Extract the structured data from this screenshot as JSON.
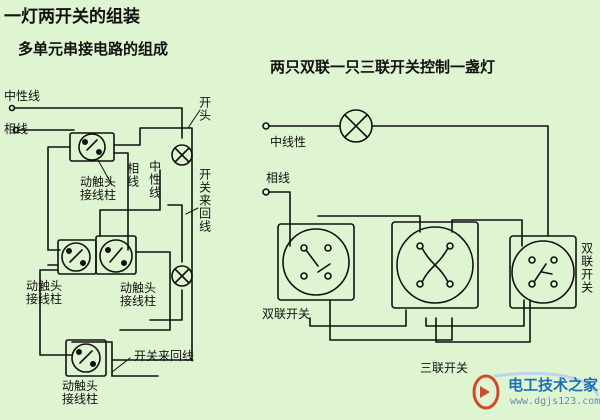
{
  "title": "一灯两开关的组装",
  "left": {
    "subtitle": "多单元串接电路的组成",
    "labels": {
      "neutral_top": "中性线",
      "phase": "相线",
      "switch_head": "开头",
      "mid_neutral": "中性线",
      "mid_phase": "相线",
      "return_vertical": "开关来回线",
      "contact_1": "动触头\n接线柱",
      "contact_2": "动触头\n接线柱",
      "contact_3": "动触头\n接线柱",
      "contact_4": "动触头\n接线柱",
      "return_bottom": "开关来回线"
    }
  },
  "right": {
    "subtitle": "两只双联一只三联开关控制一盏灯",
    "labels": {
      "neutral": "中线性",
      "phase": "相线",
      "double_left": "双联开关",
      "triple": "三联开关",
      "double_right": "双联开关"
    }
  },
  "logo": {
    "name": "电工技术之家",
    "url": "www.dgjs123.com"
  }
}
